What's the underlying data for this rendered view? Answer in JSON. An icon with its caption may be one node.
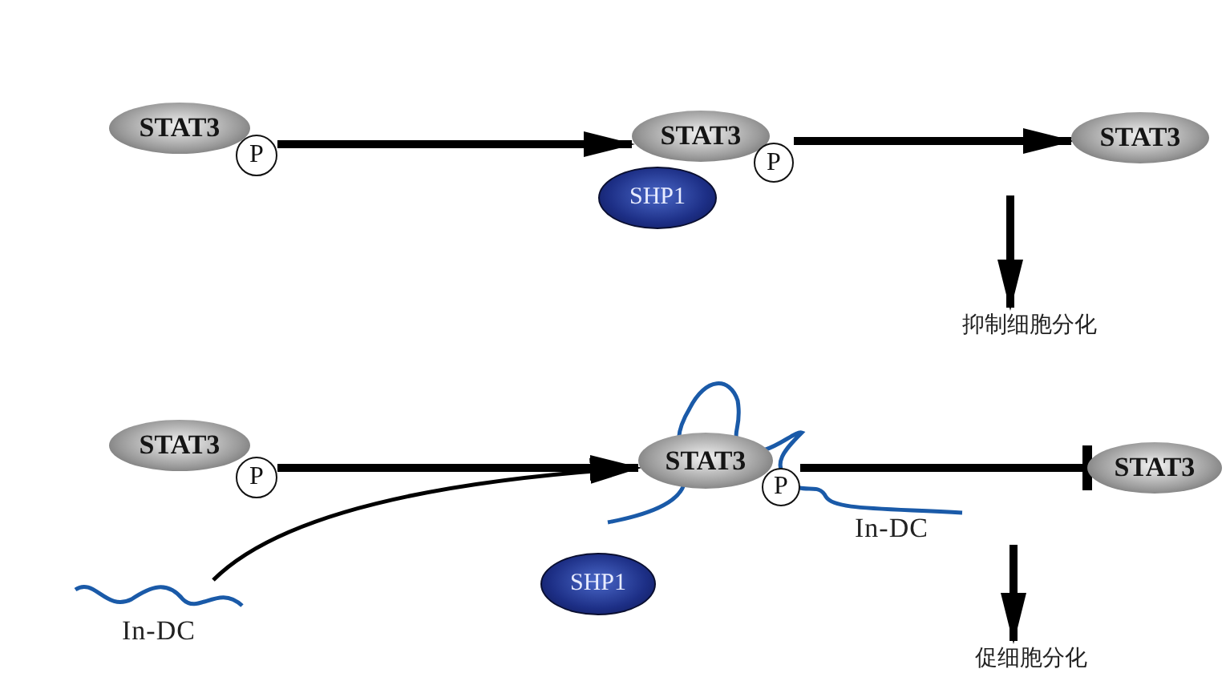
{
  "diagram": {
    "nodes": [
      {
        "text": [
          "STAT3"
        ]
      },
      {
        "text": [
          "P"
        ]
      },
      {
        "text": [
          "STAT3"
        ]
      },
      {
        "text": [
          "P"
        ]
      },
      {
        "text": [
          "SHP1"
        ]
      },
      {
        "text": [
          "STAT3"
        ]
      },
      {
        "text": [
          "抑制细胞分化"
        ]
      },
      {
        "text": [
          "STAT3"
        ]
      },
      {
        "text": [
          "P"
        ]
      },
      {
        "text": [
          "In-DC"
        ]
      },
      {
        "text": [
          "SHP1"
        ]
      },
      {
        "text": [
          "STAT3"
        ]
      },
      {
        "text": [
          "P"
        ]
      },
      {
        "text": [
          "STAT3"
        ]
      },
      {
        "text": [
          "促细胞分化"
        ]
      }
    ],
    "edges": [
      {
        "from": 1,
        "to": 2,
        "arrow": "to"
      },
      {
        "from": 3,
        "to": 5,
        "arrow": "to"
      },
      {
        "from": null,
        "to": 6,
        "arrow": "to"
      },
      {
        "from": 8,
        "to": 11,
        "arrow": "to"
      },
      {
        "from": 9,
        "to": 11,
        "arrow": "to"
      },
      {
        "from": 12,
        "to": 13,
        "arrow": "other"
      },
      {
        "from": null,
        "to": 14,
        "arrow": "to"
      }
    ],
    "labels": [
      "In-DC"
    ]
  }
}
